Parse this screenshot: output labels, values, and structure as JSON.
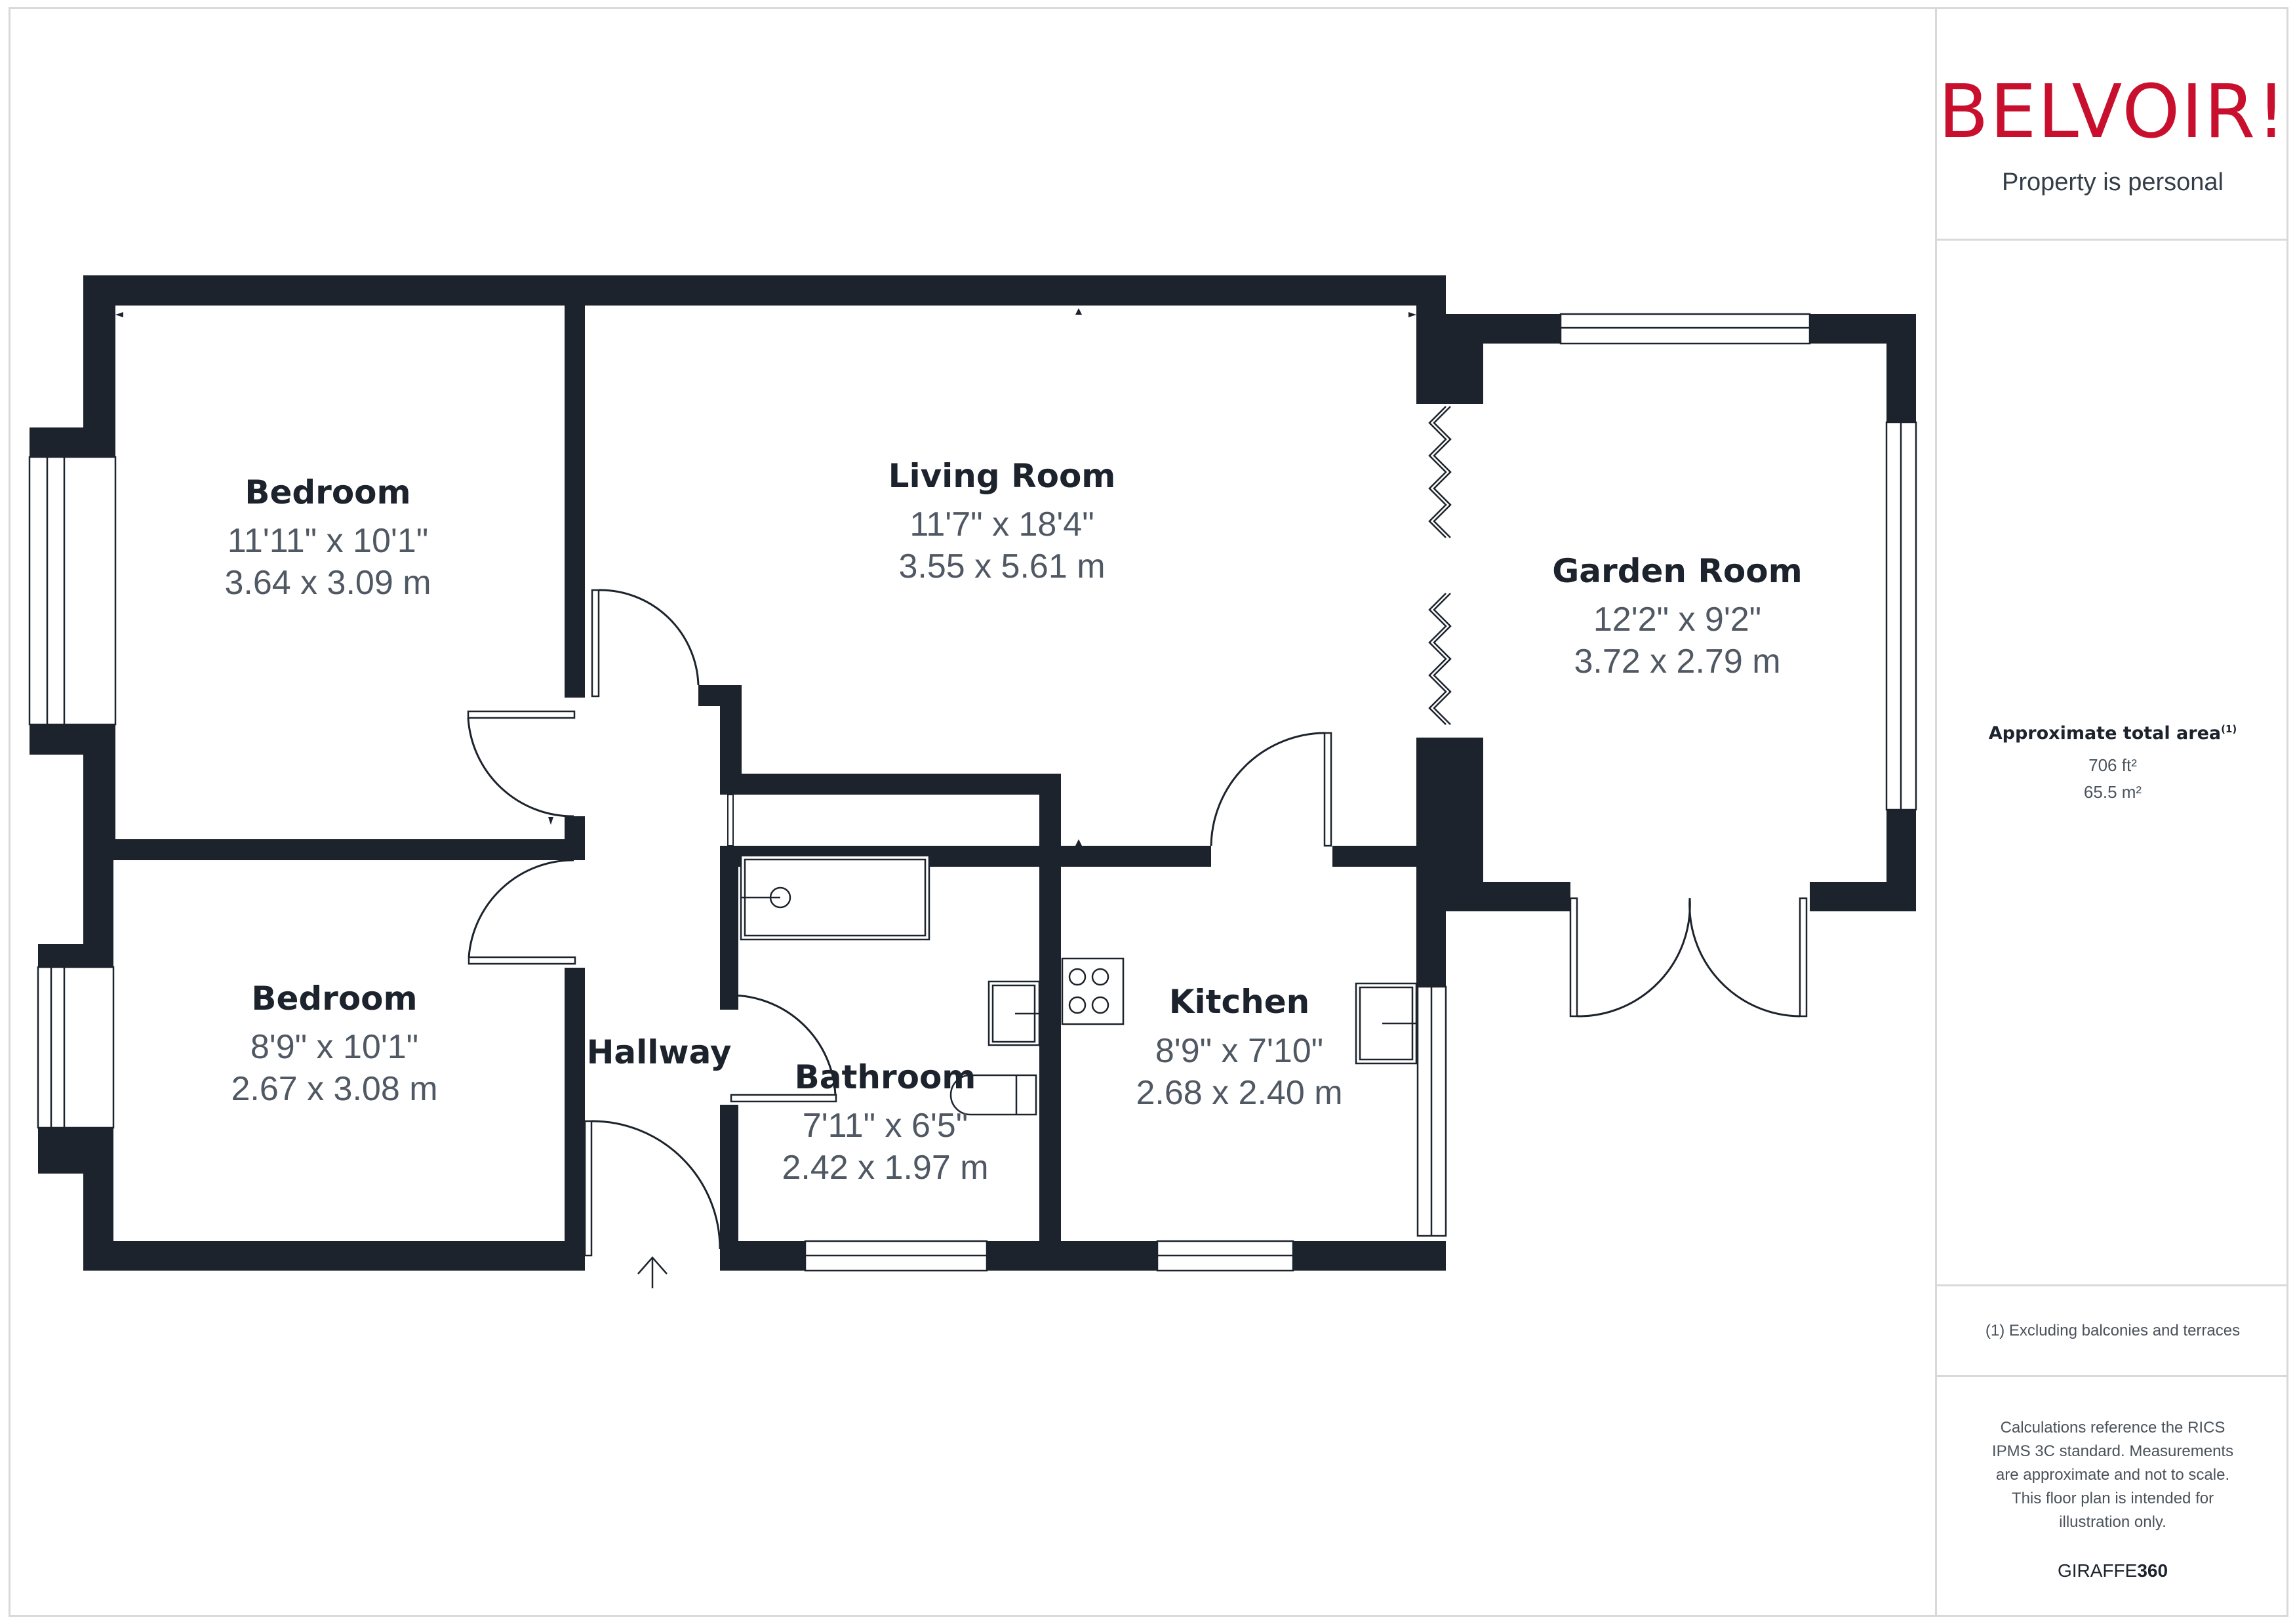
{
  "brand": {
    "logo_text": "BELVOIR!",
    "tagline": "Property is personal",
    "logo_color": "#c8102e"
  },
  "area": {
    "title": "Approximate total area",
    "footnote_marker": "(1)",
    "imperial": "706 ft²",
    "metric": "65.5 m²"
  },
  "footnote": "(1) Excluding balconies and terraces",
  "disclaimer": "Calculations reference the RICS IPMS 3C standard. Measurements are approximate and not to scale. This floor plan is intended for illustration only.",
  "provider": {
    "name_light": "GIRAFFE",
    "name_bold": "360"
  },
  "colors": {
    "wall": "#1c232d",
    "dimension_text": "#4f5863",
    "frame": "#d9d9d9"
  },
  "rooms": [
    {
      "name": "Bedroom",
      "imperial": "11'11\" x 10'1\"",
      "metric": "3.64 x 3.09 m"
    },
    {
      "name": "Living Room",
      "imperial": "11'7\" x 18'4\"",
      "metric": "3.55 x 5.61 m"
    },
    {
      "name": "Garden Room",
      "imperial": "12'2\" x 9'2\"",
      "metric": "3.72 x 2.79 m"
    },
    {
      "name": "Bedroom",
      "imperial": "8'9\" x 10'1\"",
      "metric": "2.67 x 3.08 m"
    },
    {
      "name": "Hallway"
    },
    {
      "name": "Bathroom",
      "imperial": "7'11\" x 6'5\"",
      "metric": "2.42 x 1.97 m"
    },
    {
      "name": "Kitchen",
      "imperial": "8'9\" x 7'10\"",
      "metric": "2.68 x 2.40 m"
    }
  ],
  "entrance_icon": "arrow-up-icon"
}
